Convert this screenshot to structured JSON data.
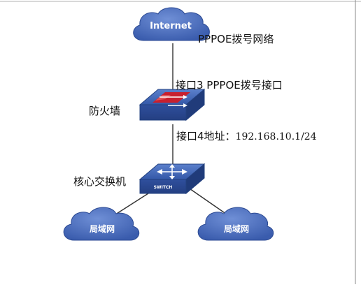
{
  "nodes": {
    "internet": {
      "label": "Internet"
    },
    "firewall": {
      "label": "防火墙"
    },
    "core_switch": {
      "label": "核心交换机",
      "badge": "SWITCH"
    },
    "lan_left": {
      "label": "局域网"
    },
    "lan_right": {
      "label": "局域网"
    }
  },
  "edges": {
    "internet_firewall": {
      "label": "PPPOE拨号网络"
    },
    "firewall_port": {
      "label": "接口3 PPPOE拨号接口"
    },
    "firewall_switch": {
      "label_prefix": "接口4地址：",
      "address": "192.168.10.1/24"
    }
  },
  "colors": {
    "cloud_fill": "#3f63b5",
    "cloud_edge": "#2c4a93",
    "device_top": "#3a5fb0",
    "device_side": "#2a4690",
    "firewall_band": "#c8202f",
    "link": "#333333",
    "frame_line": "#8a8a8a"
  }
}
